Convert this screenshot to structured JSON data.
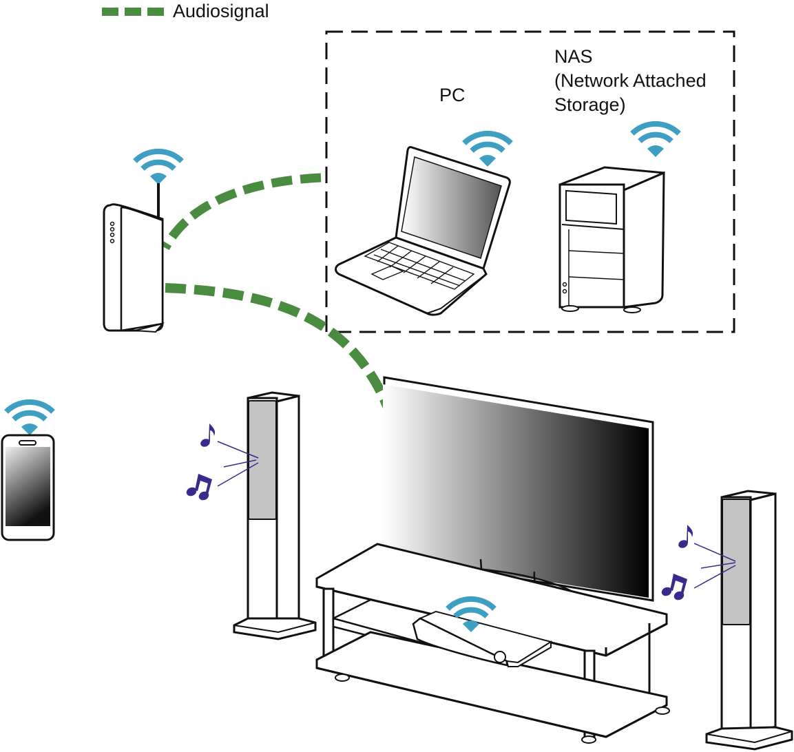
{
  "legend": {
    "label": "Audiosignal",
    "line_style": "dashed",
    "color": "#4a8c3f"
  },
  "labels": {
    "pc": "PC",
    "nas": "NAS\n(Network Attached\nStorage)"
  },
  "colors": {
    "audio_signal": "#4a8c3f",
    "wifi": "#3f9fc2",
    "music_note": "#3a2a8c",
    "outline": "#111111",
    "speaker_panel": "#c4c4c4"
  },
  "devices": [
    {
      "id": "router",
      "name": "Wireless router",
      "wifi": true
    },
    {
      "id": "smartphone",
      "name": "Smartphone",
      "wifi": true
    },
    {
      "id": "pc",
      "name": "PC",
      "wifi": true
    },
    {
      "id": "nas",
      "name": "NAS",
      "wifi": true
    },
    {
      "id": "tv",
      "name": "TV",
      "wifi": false
    },
    {
      "id": "receiver",
      "name": "AV receiver",
      "wifi": true
    },
    {
      "id": "speaker-left",
      "name": "Left speaker",
      "wifi": false
    },
    {
      "id": "speaker-right",
      "name": "Right speaker",
      "wifi": false
    }
  ],
  "connections": [
    {
      "from": "network-storage-group",
      "to": "router",
      "type": "audio"
    },
    {
      "from": "router",
      "to": "receiver",
      "type": "audio"
    }
  ]
}
